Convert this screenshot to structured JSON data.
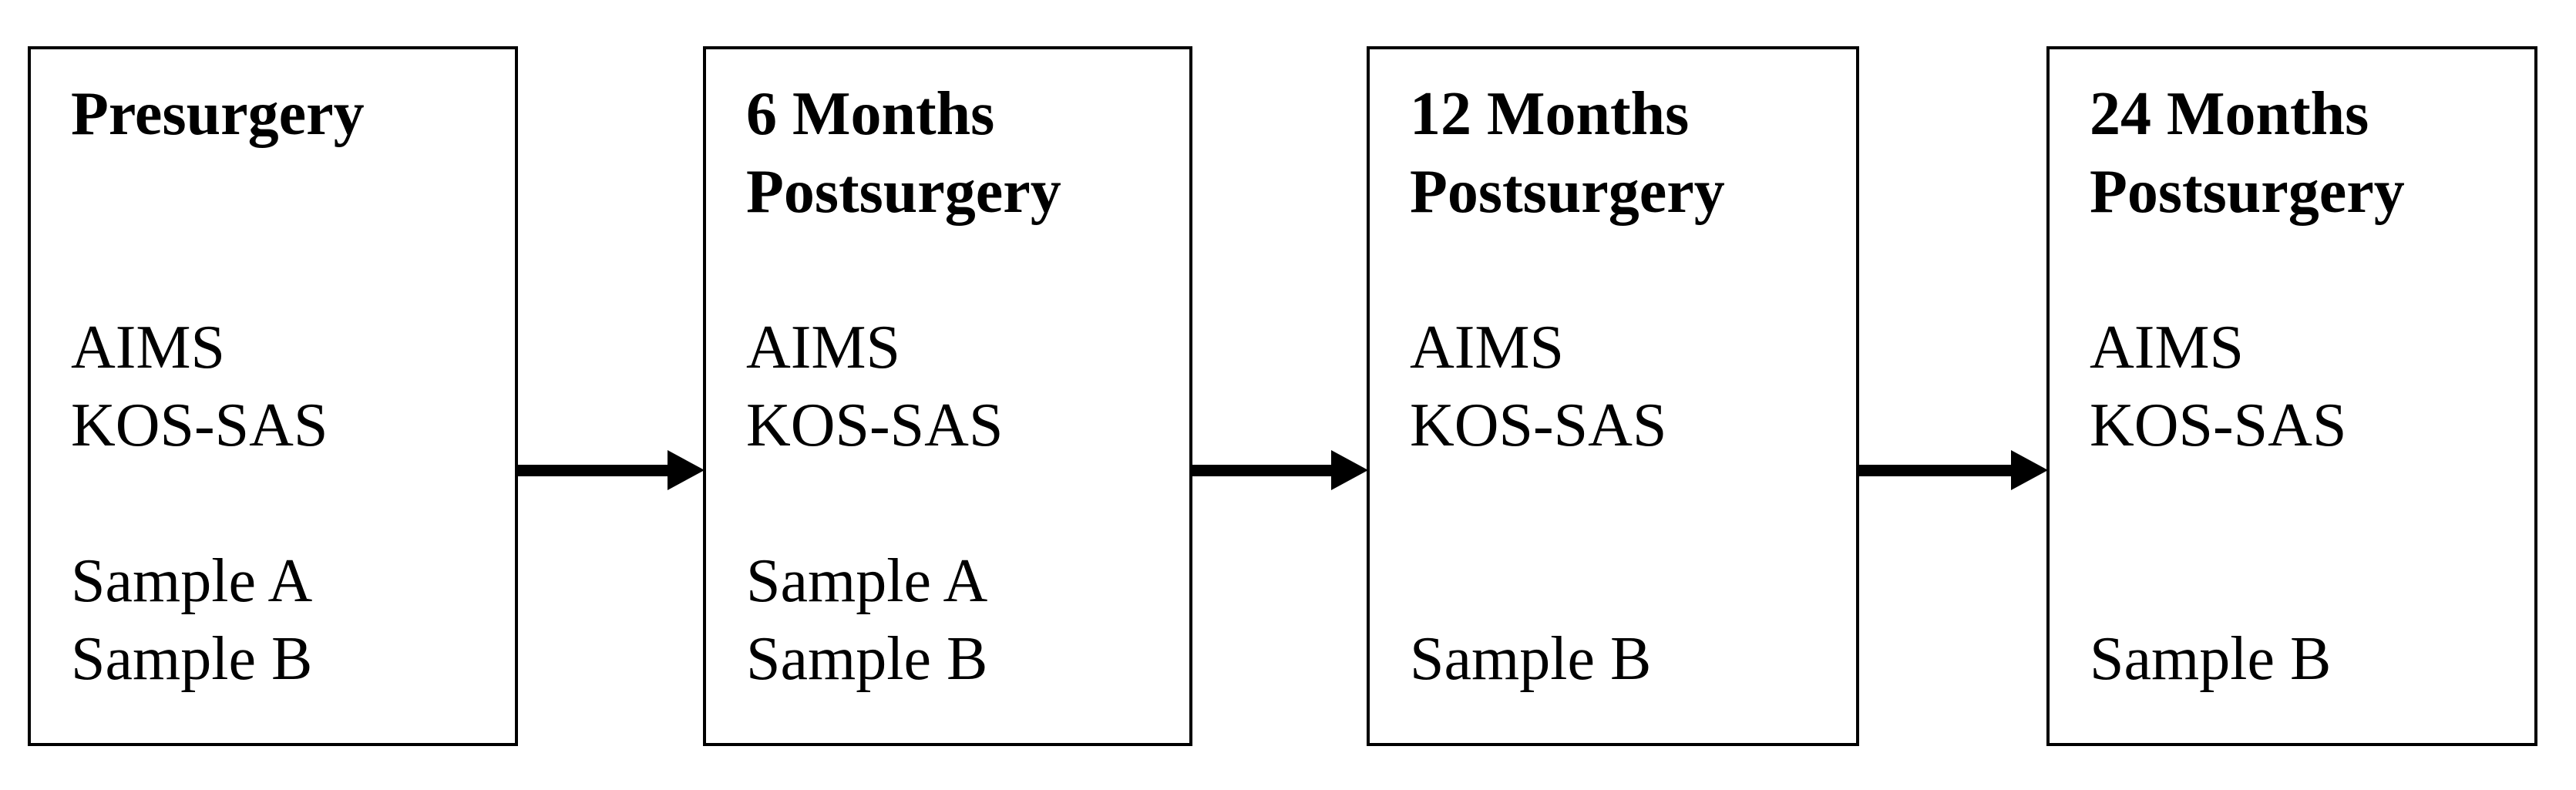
{
  "figure": {
    "description": "Study flow diagram of assessment timepoints",
    "colors": {
      "background": "#ffffff",
      "border": "#000000",
      "text": "#000000",
      "arrow": "#000000"
    },
    "boxes": [
      {
        "title1": "Presurgery",
        "title2": "",
        "assess1": "AIMS",
        "assess2": "KOS-SAS",
        "sample1": "Sample A",
        "sample2": "Sample B"
      },
      {
        "title1": "6 Months",
        "title2": "Postsurgery",
        "assess1": "AIMS",
        "assess2": "KOS-SAS",
        "sample1": "Sample A",
        "sample2": "Sample B"
      },
      {
        "title1": "12 Months",
        "title2": "Postsurgery",
        "assess1": "AIMS",
        "assess2": "KOS-SAS",
        "sample1": "",
        "sample2": "Sample B"
      },
      {
        "title1": "24 Months",
        "title2": "Postsurgery",
        "assess1": "AIMS",
        "assess2": "KOS-SAS",
        "sample1": "",
        "sample2": "Sample B"
      }
    ]
  }
}
